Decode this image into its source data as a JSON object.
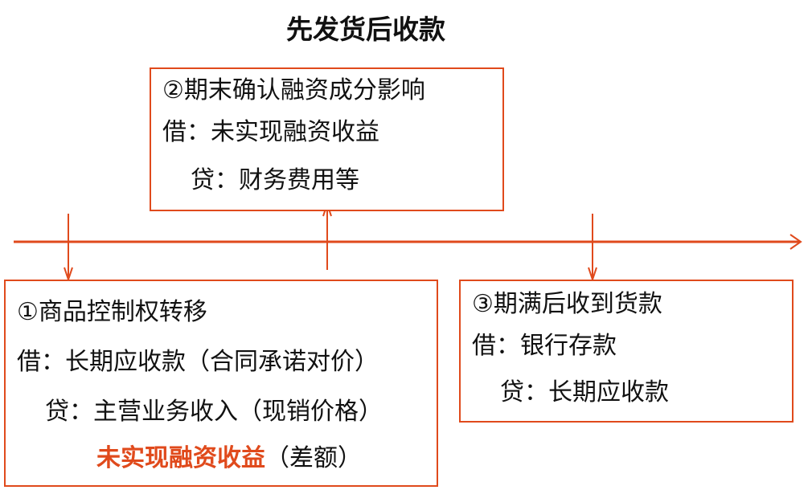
{
  "title": "先发货后收款",
  "colors": {
    "accent": "#e04a1c",
    "text": "#111111"
  },
  "boxes": {
    "box2": {
      "heading": "②期末确认融资成分影响",
      "debit": "借：未实现融资收益",
      "credit": "贷：财务费用等"
    },
    "box1": {
      "heading": "①商品控制权转移",
      "debit": "借：长期应收款（合同承诺对价）",
      "credit": "贷：主营业务收入（现销价格）",
      "credit2_highlight": "未实现融资收益",
      "credit2_note": "（差额）"
    },
    "box3": {
      "heading": "③期满后收到货款",
      "debit": "借：银行存款",
      "credit": "贷：长期应收款"
    }
  },
  "timeline": {
    "direction": "left-to-right"
  }
}
